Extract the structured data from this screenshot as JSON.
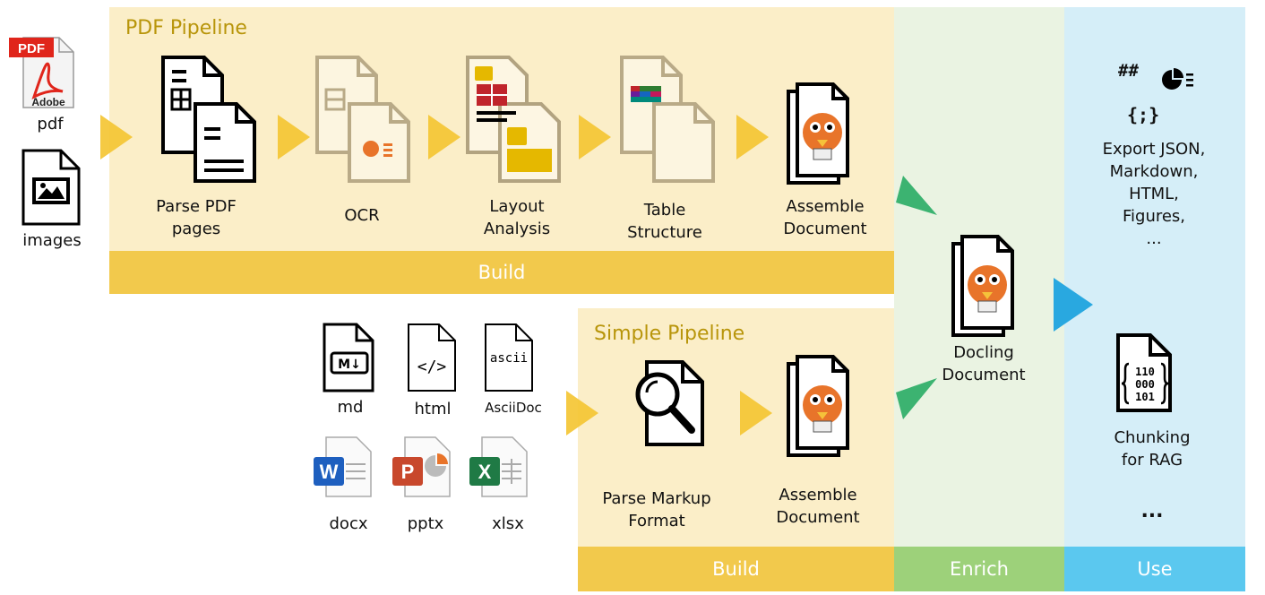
{
  "pdf_pipeline": {
    "title": "PDF Pipeline",
    "steps": [
      "Parse PDF\npages",
      "OCR",
      "Layout\nAnalysis",
      "Table\nStructure",
      "Assemble\nDocument"
    ],
    "build_label": "Build"
  },
  "inputs": {
    "pdf_label": "pdf",
    "pdf_badge": "PDF",
    "pdf_brand": "Adobe",
    "images_label": "images"
  },
  "markup_inputs": {
    "formats": [
      "md",
      "html",
      "AsciiDoc",
      "docx",
      "pptx",
      "xlsx"
    ],
    "md_icon_text": "M↓",
    "html_icon_text": "</>",
    "ascii_icon_text": "ascii",
    "docx_letter": "W",
    "pptx_letter": "P",
    "xlsx_letter": "X"
  },
  "simple_pipeline": {
    "title": "Simple Pipeline",
    "steps": [
      "Parse Markup\nFormat",
      "Assemble\nDocument"
    ],
    "build_label": "Build"
  },
  "enrich": {
    "doc_label": "Docling\nDocument",
    "bar_label": "Enrich"
  },
  "use": {
    "icons_line1": "##",
    "icons_line2": "{;}",
    "export_label": "Export JSON,\nMarkdown,\nHTML,\nFigures,\n...",
    "binary_text": "110\n000\n101",
    "chunking_label": "Chunking\nfor RAG",
    "more_label": "...",
    "bar_label": "Use"
  },
  "colors": {
    "build_panel": "#fbeec8",
    "build_bar": "#f2c94c",
    "enrich_panel": "#eaf3e2",
    "enrich_bar": "#9dd17a",
    "use_panel": "#d5eef8",
    "use_bar": "#5bc8ef",
    "title_gold": "#b8950a",
    "arrow_yellow": "#f4c430",
    "arrow_green": "#3cb371",
    "arrow_blue": "#29a8e0"
  }
}
